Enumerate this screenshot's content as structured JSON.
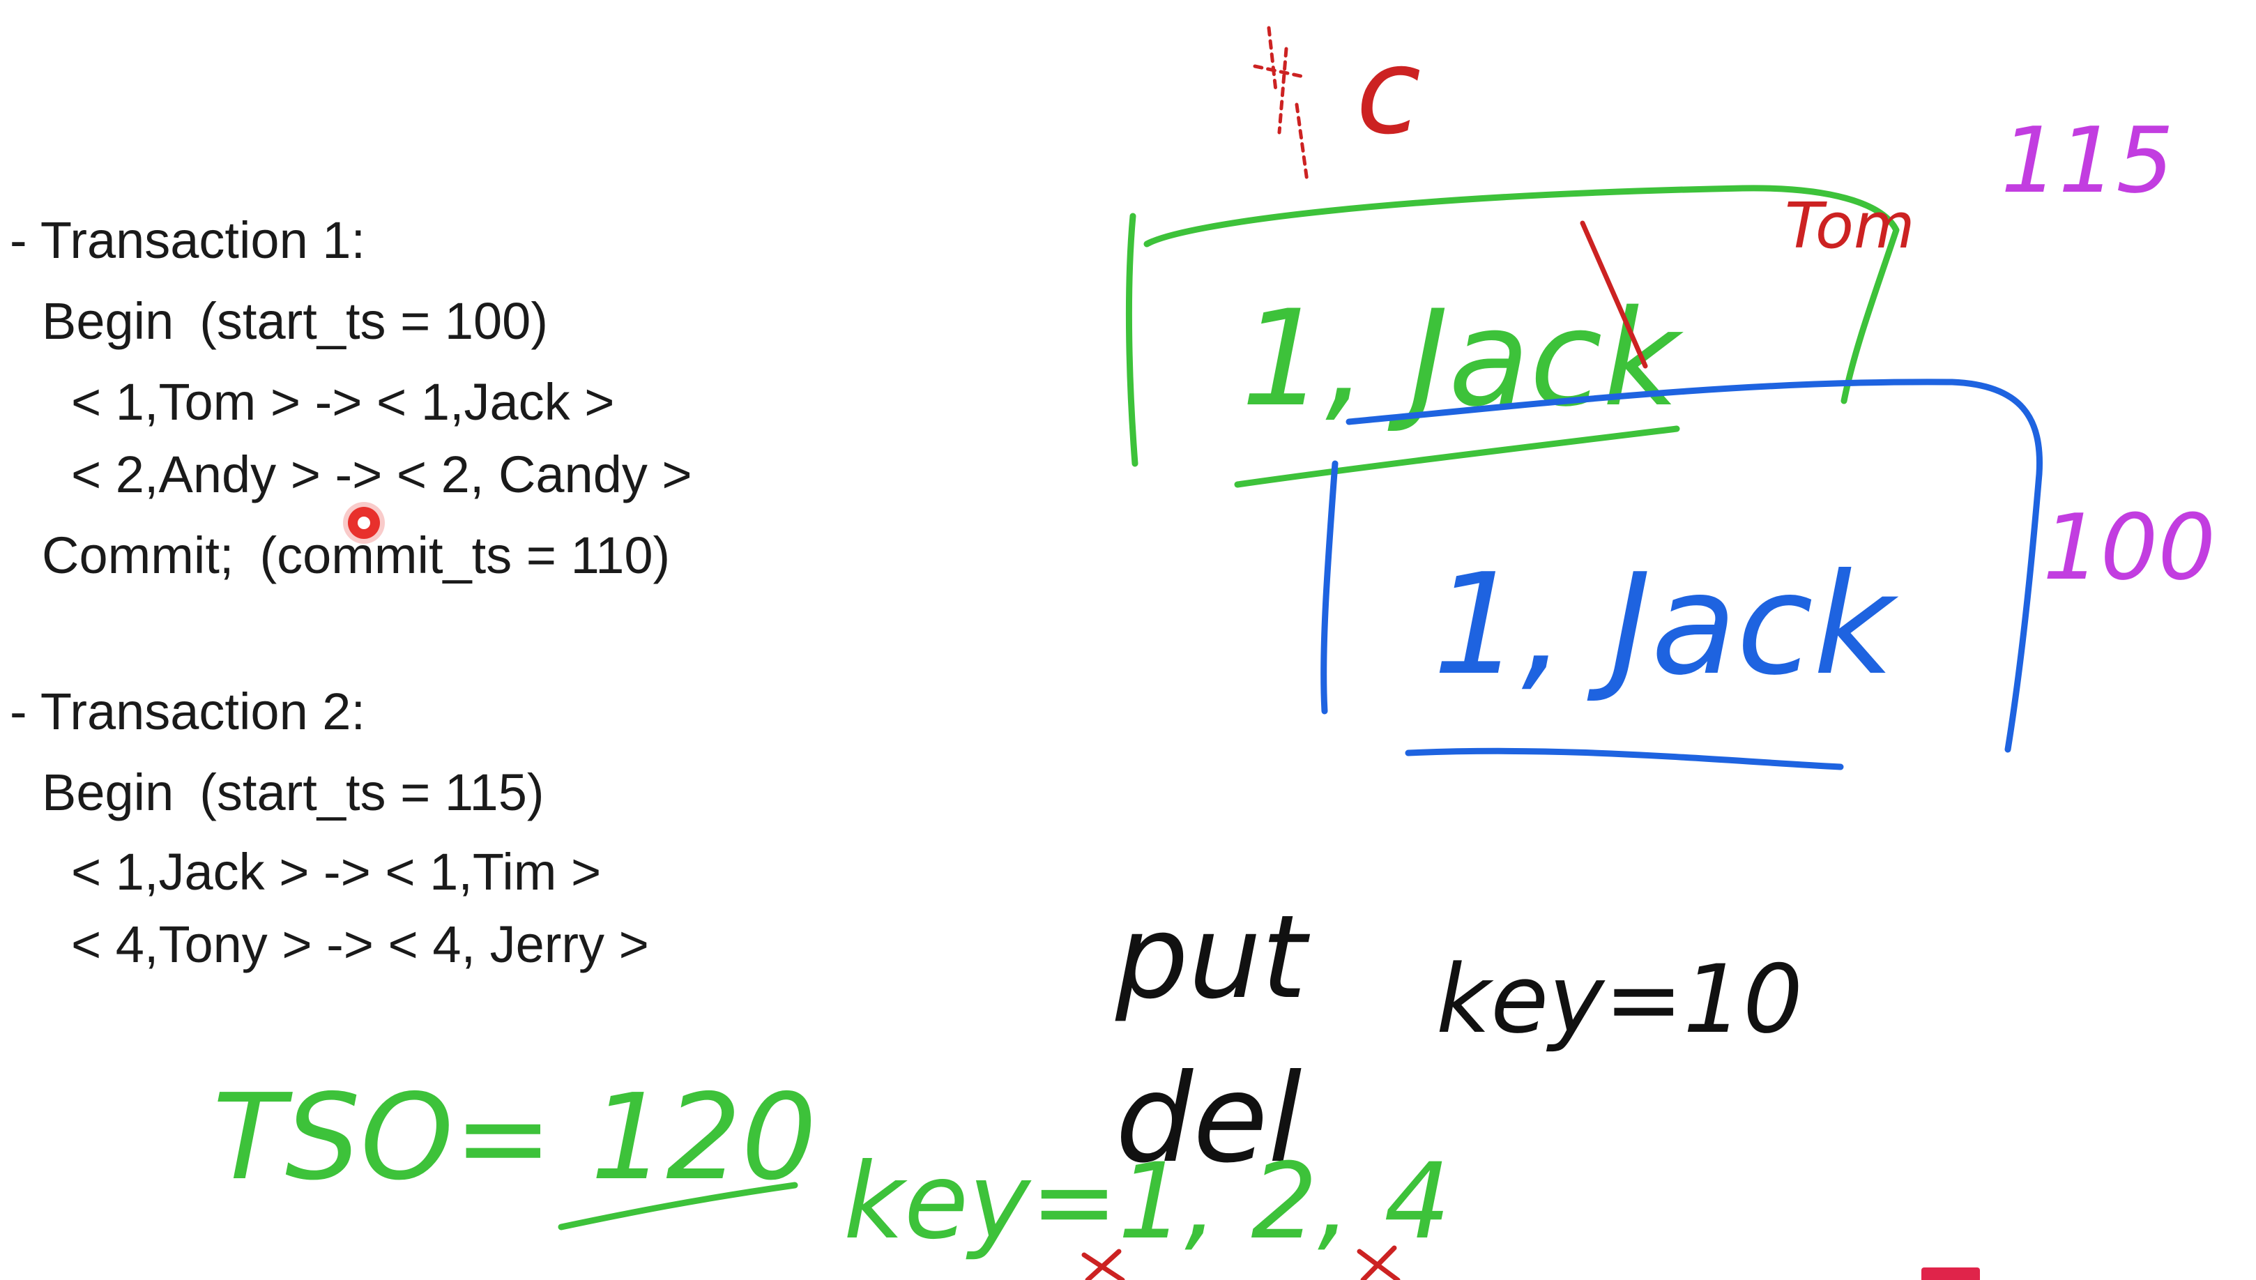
{
  "transaction_1": {
    "title": "- Transaction 1:",
    "begin": "Begin (start_ts = 100)",
    "op_1": "< 1,Tom > -> < 1,Jack >",
    "op_2": "< 2,Andy > -> < 2, Candy >",
    "commit": "Commit; (commit_ts = 110)"
  },
  "transaction_2": {
    "title": "- Transaction 2:",
    "begin": "Begin (start_ts = 115)",
    "op_1": "< 1,Jack > -> < 1,Tim >",
    "op_2": "< 4,Tony > -> < 4, Jerry >"
  },
  "annotations": {
    "c_mark": "c",
    "ts_115": "115",
    "ts_100": "100",
    "green_box_text": "1, Jack",
    "tom_overwrite": "Tom",
    "blue_box_text": "1, Jack",
    "put_word": "put",
    "key_eq_10": "key=10",
    "del_word": "del",
    "tso": "TSO= 120",
    "keys": "key=1, 2, 4"
  },
  "colors": {
    "green": "#3dc23a",
    "blue": "#1e63e0",
    "red": "#cc2222",
    "purple": "#c23de0",
    "black": "#111111"
  }
}
